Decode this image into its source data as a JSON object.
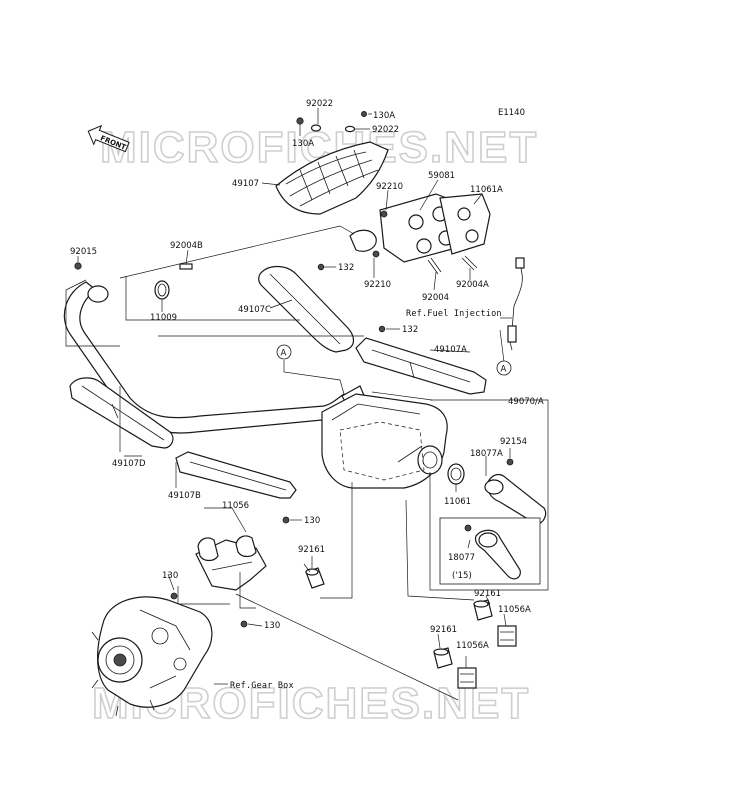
{
  "diagram_code": "E1140",
  "watermark": "MICROFICHES.NET",
  "front_label": "FRONT",
  "callout_letter": "A",
  "references": {
    "fuel_injection": "Ref.Fuel Injection",
    "gear_box": "Ref.Gear Box"
  },
  "part_labels": {
    "p92022_top": "92022",
    "p130A_top": "130A",
    "p92022_right": "92022",
    "p130A_left": "130A",
    "p49107": "49107",
    "p92210_upper": "92210",
    "p59081": "59081",
    "p11061A": "11061A",
    "p92015": "92015",
    "p92004B": "92004B",
    "p132_upper": "132",
    "p11009": "11009",
    "p92210_lower": "92210",
    "p92004": "92004",
    "p92004A": "92004A",
    "p49107C": "49107C",
    "p132_lower": "132",
    "p49107A": "49107A",
    "p49070A": "49070/A",
    "p92154": "92154",
    "p18077A": "18077A",
    "p11061": "11061",
    "p49107D": "49107D",
    "p49107B": "49107B",
    "p11056": "11056",
    "p130_a": "130",
    "p92161_a": "92161",
    "p18077": "18077",
    "p15": "('15)",
    "p130_b": "130",
    "p130_c": "130",
    "p92161_b": "92161",
    "p11056A_a": "11056A",
    "p92161_c": "92161",
    "p11056A_b": "11056A"
  }
}
